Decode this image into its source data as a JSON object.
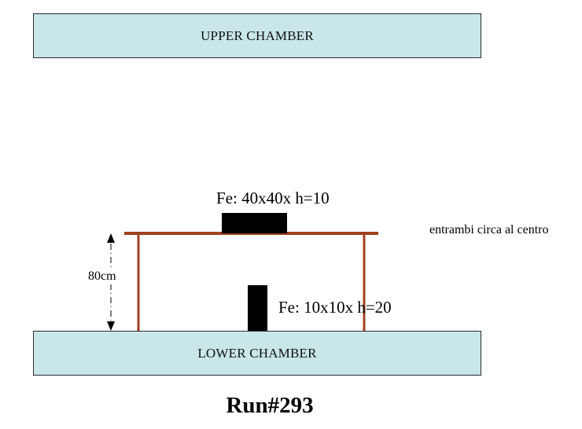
{
  "upper_chamber": {
    "label": "UPPER CHAMBER"
  },
  "lower_chamber": {
    "label": "LOWER CHAMBER"
  },
  "iron_blocks": {
    "top_label": "Fe: 40x40x h=10",
    "bottom_label": "Fe: 10x10x h=20"
  },
  "note": "entrambi circa al centro",
  "height_dimension": "80cm",
  "run_title": "Run#293",
  "colors": {
    "chamber_fill": "#c9e6e8",
    "table_frame": "#a0401e",
    "iron": "#000000"
  }
}
